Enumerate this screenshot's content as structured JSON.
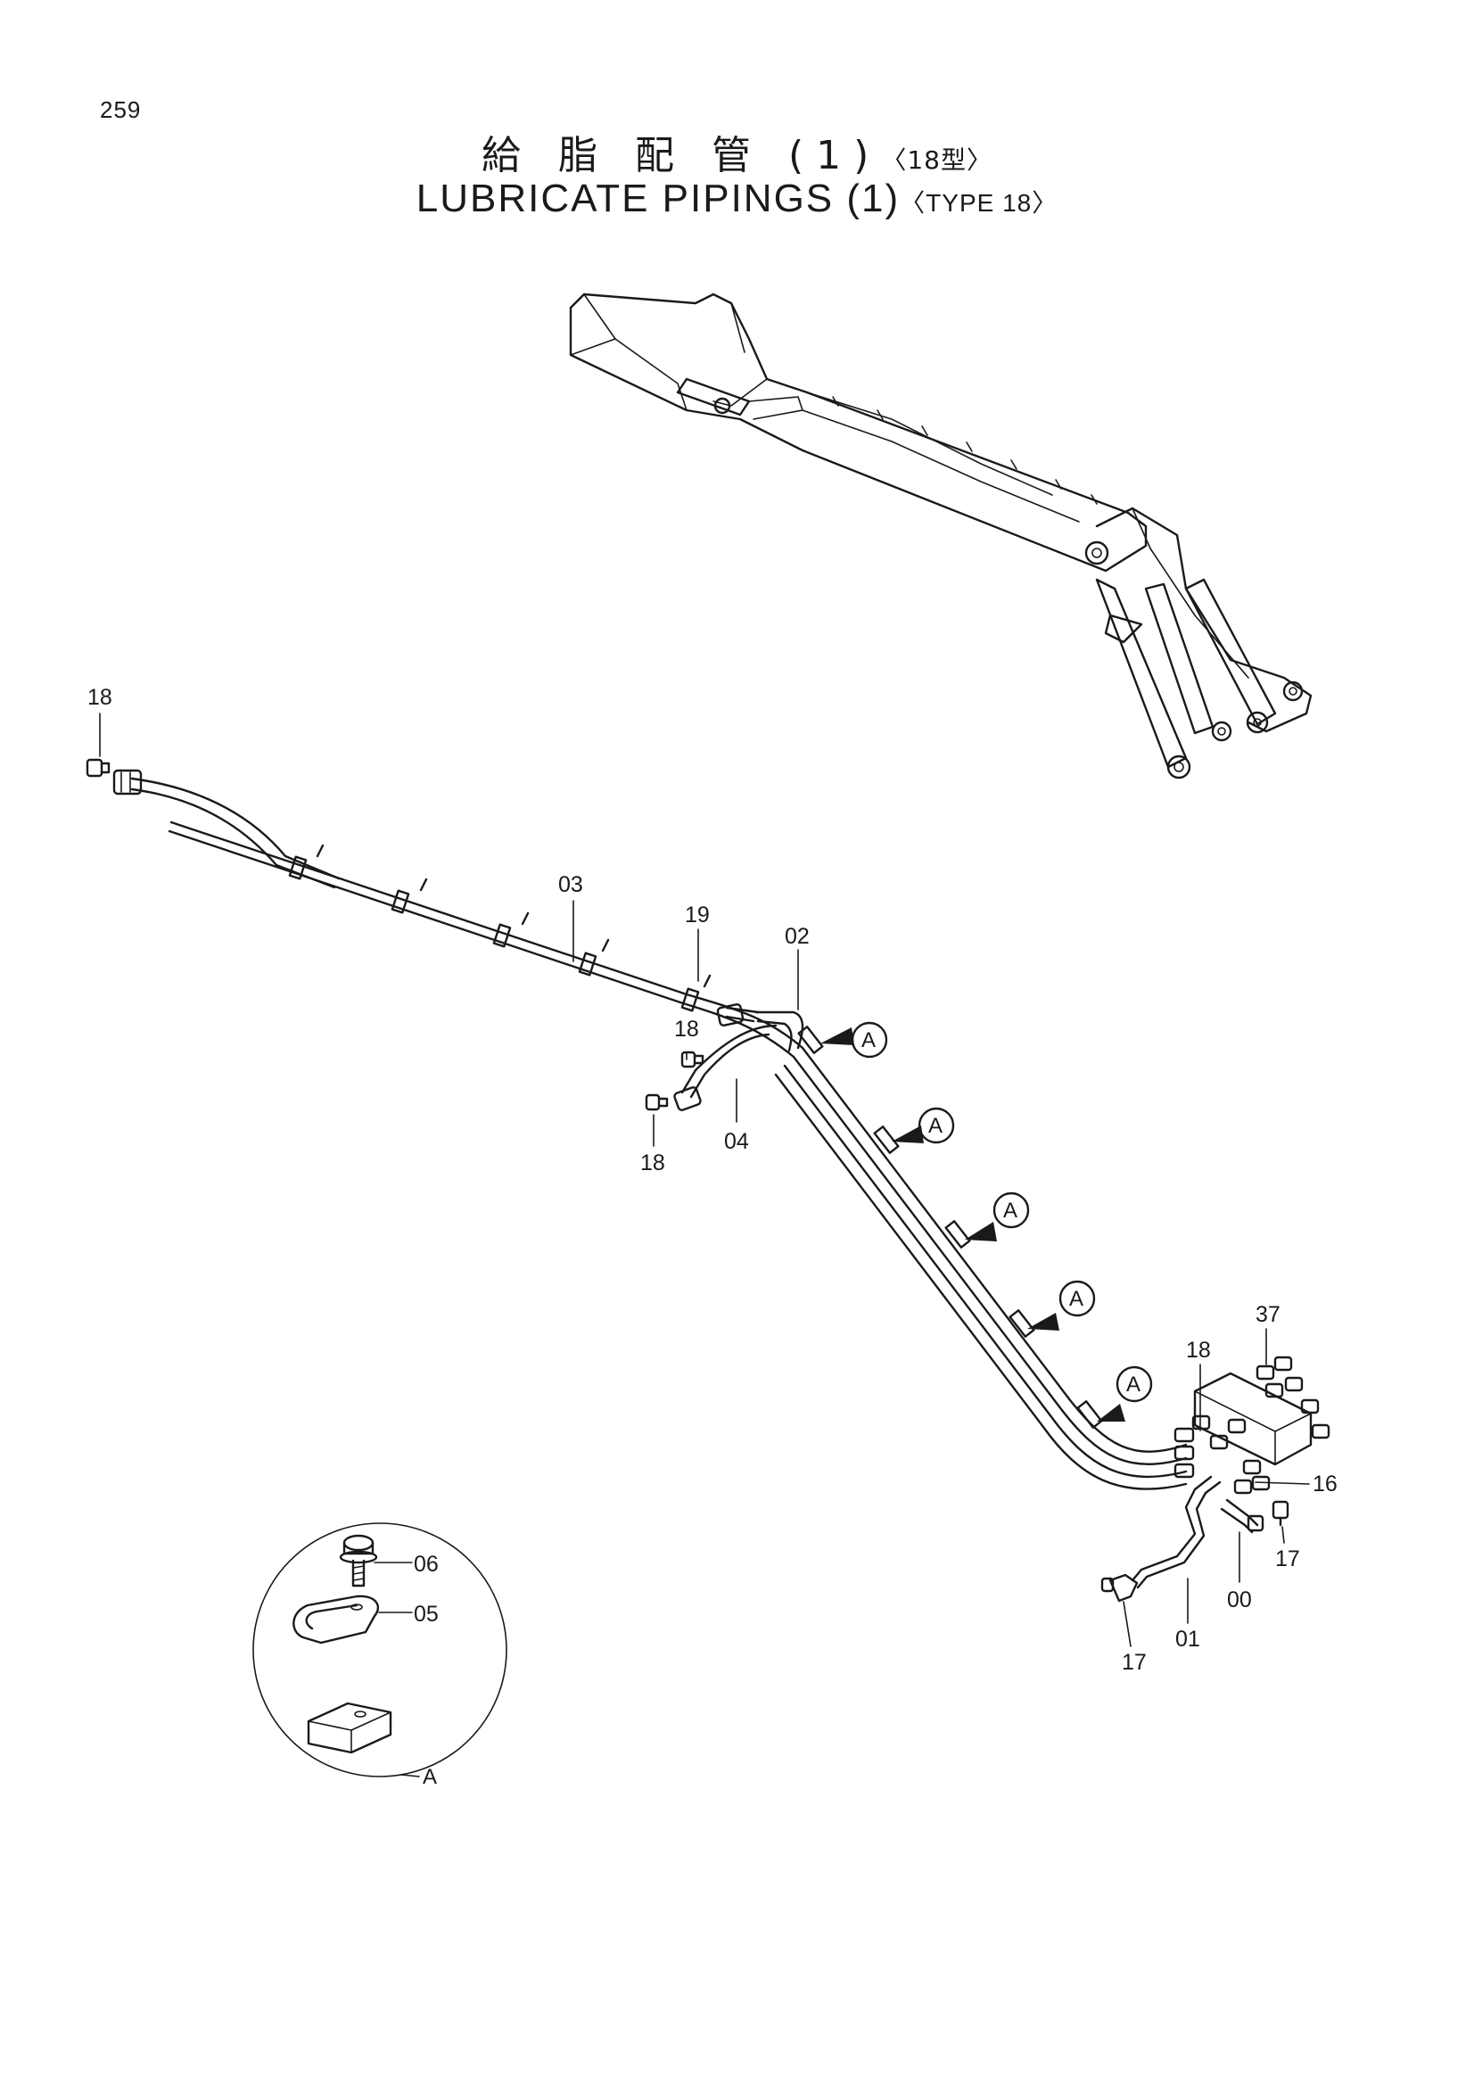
{
  "page_number": "259",
  "title_ja": {
    "main": "給 脂 配 管",
    "qualifier": "(1)",
    "suffix": "〈18型〉"
  },
  "title_en": {
    "main": "LUBRICATE PIPINGS",
    "qualifier": "(1)",
    "suffix": "〈TYPE 18〉"
  },
  "part_labels": {
    "p00": "00",
    "p01": "01",
    "p02": "02",
    "p03": "03",
    "p04": "04",
    "p05": "05",
    "p06": "06",
    "p16": "16",
    "p17": "17",
    "p18": "18",
    "p19": "19",
    "p37": "37"
  },
  "detail_ref": "A"
}
